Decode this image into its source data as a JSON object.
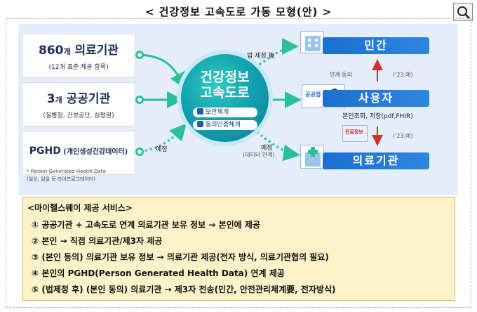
{
  "title": "< 건강정보 고속도로 가동 모형(안) >",
  "sources": [
    {
      "main": "860",
      "unit": "개",
      "rest": " 의료기관",
      "sub": "(12개 표준 제공 항목)"
    },
    {
      "main": "3",
      "unit": "개",
      "rest": " 공공기관",
      "sub": "(질병청, 건보공단, 심평원)"
    },
    {
      "main": "PGHD",
      "unit": "",
      "rest": " (개인생성건강데이터)",
      "sub": ""
    }
  ],
  "footnote": {
    "line1": "* Person Generated Health Data",
    "line2": "(일상, 일일 등 라이프로그데이터)"
  },
  "hub": {
    "title_line1": "건강정보",
    "title_line2": "고속도로",
    "pill1": "보안체계",
    "pill2": "동의인증체계"
  },
  "labels": {
    "law_after": "법 제정 後",
    "planned_left": "예정",
    "planned_right": "예정",
    "data_linkage": "(데이터 연계)",
    "linkage_consent": "연계·동의",
    "year_top": "('23.예)",
    "self_query": "본인조회, 저장(pdf,FHIR)",
    "year_bottom": "('23.예)"
  },
  "destinations": {
    "private": "민간",
    "user": "사용자",
    "medical": "의료기관",
    "user_icon_text": "공공앱",
    "monitor_text": "진료정보"
  },
  "services": {
    "title": "<마이헬스웨이 제공 서비스>",
    "items": [
      "① 공공기관 + 고속도로 연계 의료기관 보유 정보 → 본인에 제공",
      "② 본인 → 직접 의료기관/제3자 제공",
      "③ (본인 동의) 의료기관 보유 정보 → 의료기관 제공(전자 방식, 의료기관협의 필요)",
      "④ 본인의 PGHD(Person Generated Health Data) 연계 제공",
      "⑤ (법제정 후) (본인 동의) 의료기관 → 제3자 전송(민간, 안전관리체계要, 전자방식)"
    ]
  },
  "colors": {
    "panel": "#e3eefa",
    "hub": "#12a3b0",
    "bar": "#1a6fd0",
    "arrow": "#2bbf9a",
    "services_bg": "#fdf2c9",
    "red_arrow": "#d23030"
  },
  "icons": [
    "search-icon",
    "hospital-icon",
    "user-icon",
    "monitor-icon",
    "shield-icon",
    "check-icon"
  ]
}
